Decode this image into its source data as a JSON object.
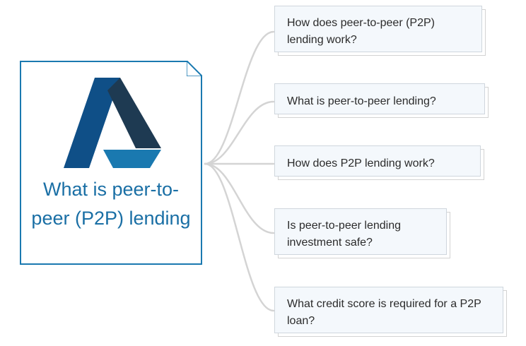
{
  "root": {
    "title": "What is peer-to-peer (P2P) lending",
    "logo": {
      "icon": "a-triangle-logo-icon",
      "colors": {
        "left": "#0f4f87",
        "right": "#1e3a52",
        "base": "#1a79b0"
      }
    },
    "border_color": "#1a79b0",
    "title_color": "#1a6fa5"
  },
  "branches": [
    {
      "label": "How does peer-to-peer (P2P) lending work?"
    },
    {
      "label": "What is peer-to-peer lending?"
    },
    {
      "label": "How does P2P lending work?"
    },
    {
      "label": "Is peer-to-peer lending investment safe?"
    },
    {
      "label": "What credit score is required for a P2P loan?"
    }
  ],
  "connector_color": "#d4d4d4"
}
